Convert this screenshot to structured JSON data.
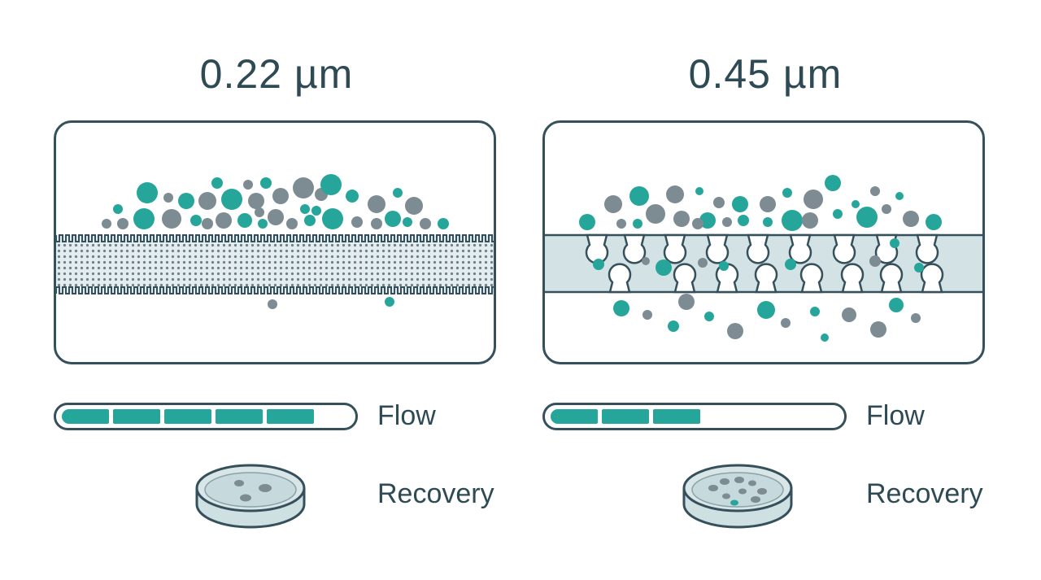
{
  "panels": [
    {
      "title": "0.22 µm",
      "flow_label": "Flow",
      "flow_level_segments": 5,
      "flow_total_segments": 6,
      "recovery_label": "Recovery",
      "membrane": "dense",
      "colonies": 3
    },
    {
      "title": "0.45 µm",
      "flow_label": "Flow",
      "flow_level_segments": 3,
      "flow_total_segments": 6,
      "recovery_label": "Recovery",
      "membrane": "porous",
      "colonies": 9
    }
  ],
  "colors": {
    "teal": "#26a69a",
    "gray": "#7d8b92",
    "outline": "#35505b",
    "membrane": "#d3e2e4"
  },
  "icons": [
    "petri-dish-icon"
  ]
}
